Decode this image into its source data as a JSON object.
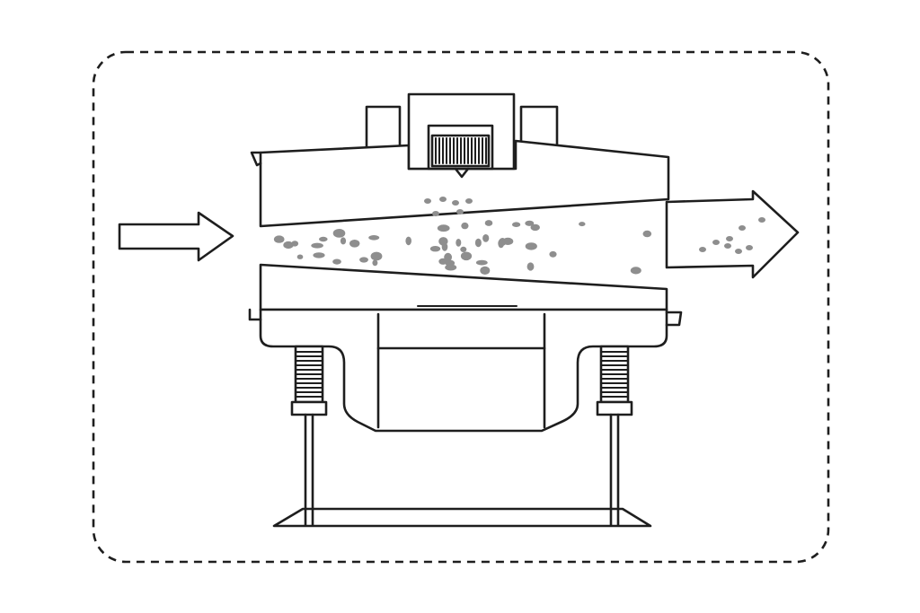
{
  "diagram": {
    "colors": {
      "ink": "#1e1e1e",
      "particle": "#8e8e8e",
      "background": "#ffffff"
    },
    "elements": [
      "dashed-frame",
      "inlet-arrow-icon",
      "outlet-arrow-icon",
      "vibrating-motor",
      "sieve-body",
      "material-particles",
      "support-springs",
      "support-legs",
      "base-frame"
    ]
  }
}
